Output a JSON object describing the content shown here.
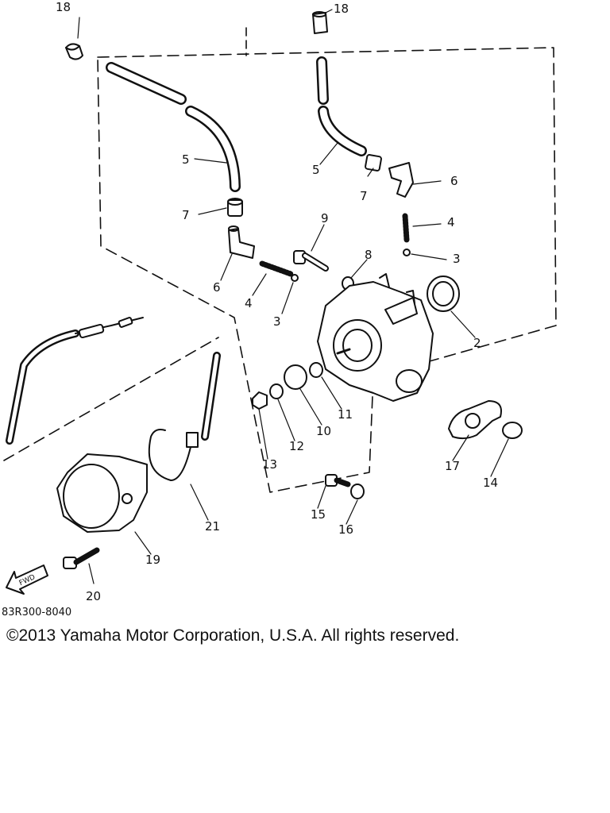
{
  "diagram": {
    "part_code": "83R300-8040",
    "fwd_label": "FWD",
    "callouts": [
      "18",
      "18",
      "5",
      "5",
      "7",
      "7",
      "6",
      "6",
      "4",
      "4",
      "3",
      "3",
      "9",
      "8",
      "2",
      "11",
      "10",
      "12",
      "13",
      "17",
      "14",
      "15",
      "16",
      "21",
      "19",
      "20"
    ]
  },
  "footer": {
    "copyright": "©2013 Yamaha Motor Corporation, U.S.A. All rights reserved."
  }
}
